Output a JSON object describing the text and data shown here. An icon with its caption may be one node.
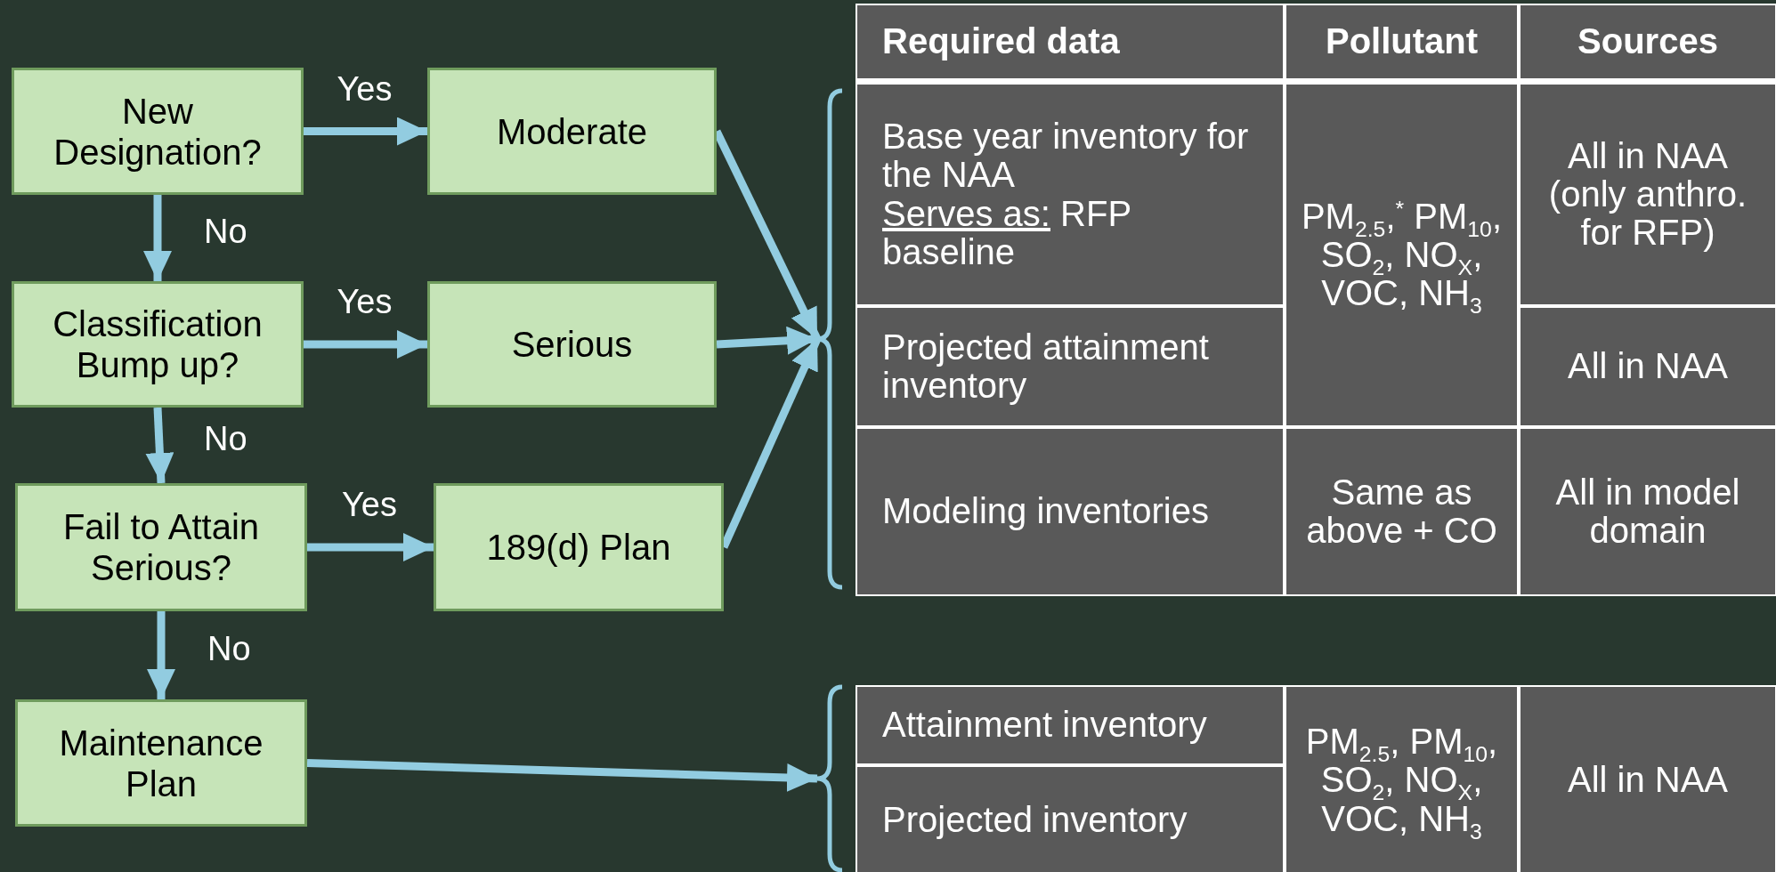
{
  "diagram": {
    "nodes": [
      {
        "text": [
          "New Designation?"
        ]
      },
      {
        "text": [
          "Moderate"
        ]
      },
      {
        "text": [
          "Classification Bump up?"
        ]
      },
      {
        "text": [
          "Serious"
        ]
      },
      {
        "text": [
          "Fail to Attain Serious?"
        ]
      },
      {
        "text": [
          "189(d) Plan"
        ]
      },
      {
        "text": [
          "Maintenance Plan"
        ]
      },
      {
        "text": [],
        "shape": "brace"
      },
      {
        "text": [],
        "shape": "brace"
      }
    ],
    "edges": [
      {
        "from": 0,
        "to": 1,
        "arrow": "to",
        "label": "Yes"
      },
      {
        "from": 0,
        "to": 2,
        "arrow": "to",
        "label": "No"
      },
      {
        "from": 2,
        "to": 3,
        "arrow": "to",
        "label": "Yes"
      },
      {
        "from": 2,
        "to": 4,
        "arrow": "to",
        "label": "No"
      },
      {
        "from": 4,
        "to": 5,
        "arrow": "to",
        "label": "Yes"
      },
      {
        "from": 4,
        "to": 6,
        "arrow": "to",
        "label": "No"
      },
      {
        "from": 1,
        "to": 7,
        "arrow": "to"
      },
      {
        "from": 3,
        "to": 7,
        "arrow": "to"
      },
      {
        "from": 5,
        "to": 7,
        "arrow": "to"
      },
      {
        "from": 6,
        "to": 8,
        "arrow": "to"
      }
    ],
    "labels": [
      "Required data",
      "Pollutant",
      "Sources",
      "Base year inventory for the NAA",
      "Serves as: RFP baseline",
      "PM$_{2.5}$,$^{*}$ PM$_{10}$, SO$_{2}$, NO$_{X}$, VOC, NH$_{3}$",
      "All in NAA (only anthro. for RFP)",
      "Projected attainment inventory",
      "All in NAA",
      "Modeling inventories",
      "Same as above + CO",
      "All in model domain",
      "Attainment inventory",
      "PM$_{2.5}$, PM$_{10}$, SO$_{2}$, NO$_{X}$, VOC, NH$_{3}$",
      "All in NAA",
      "Projected inventory"
    ]
  }
}
